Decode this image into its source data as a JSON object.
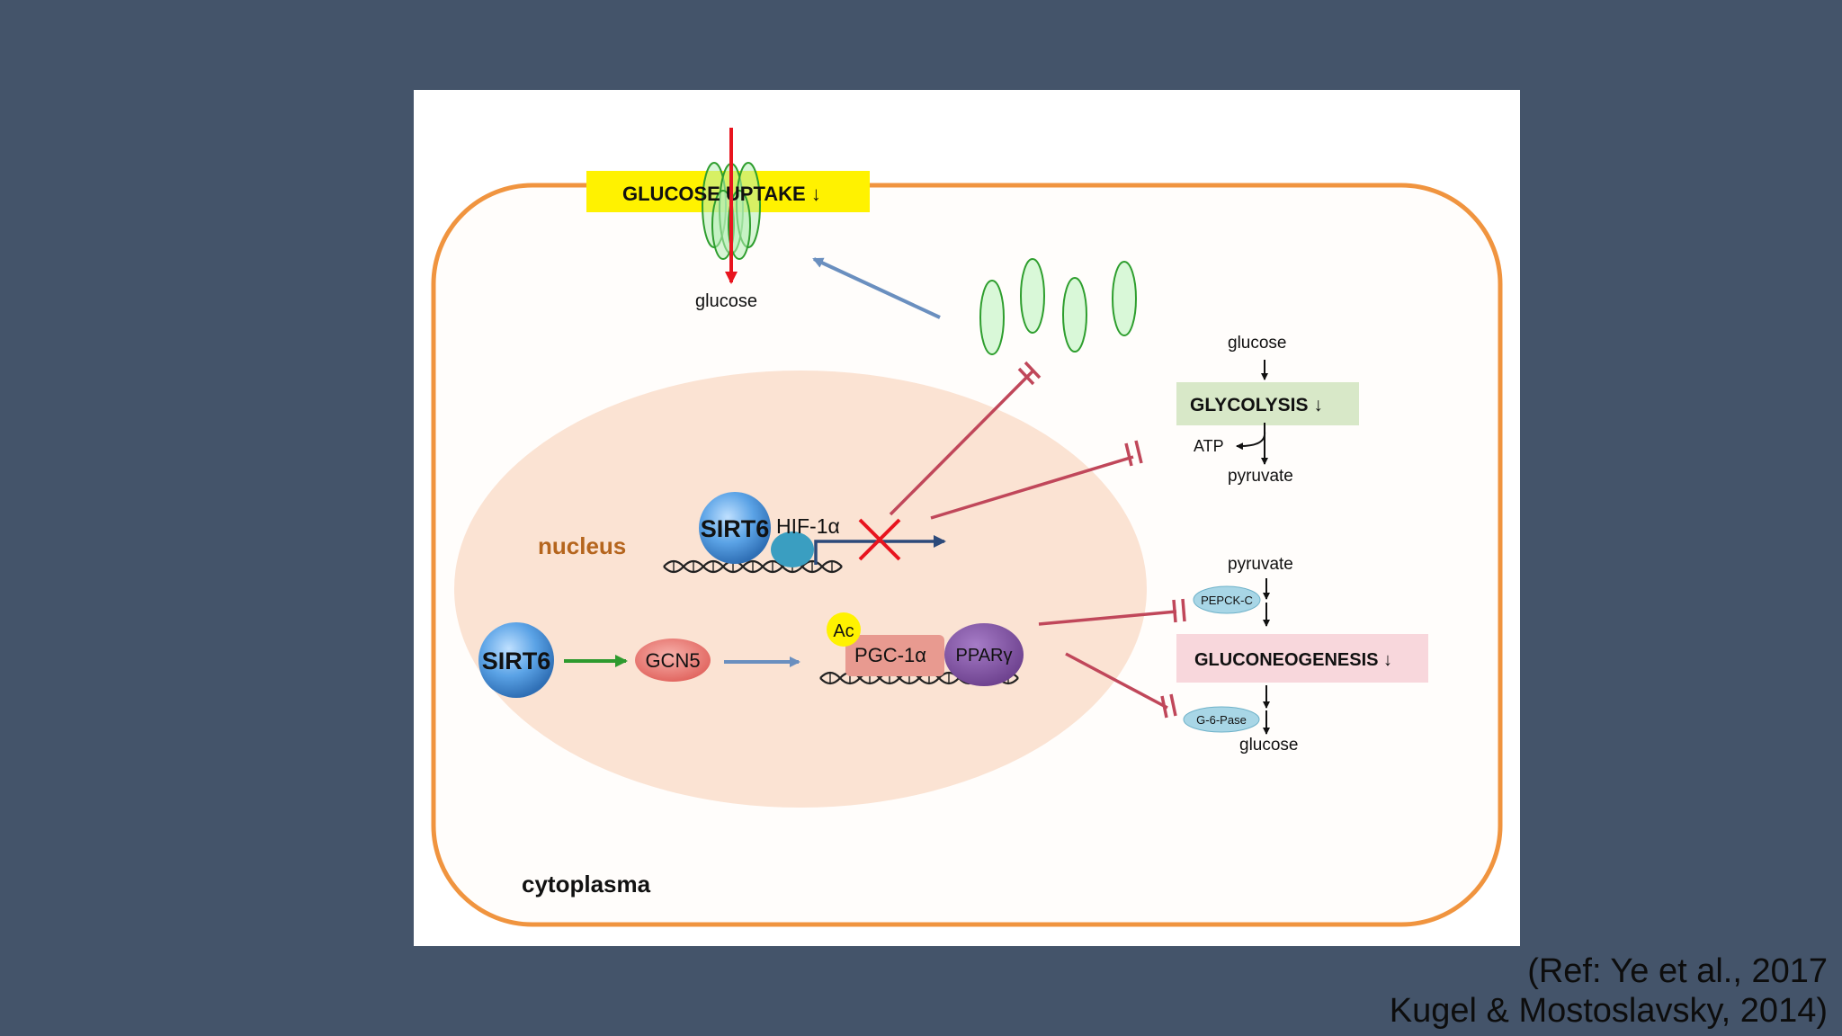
{
  "diagram": {
    "glucose_uptake_label": "GLUCOSE UPTAKE ↓",
    "glucose_top": "glucose",
    "glycolysis": {
      "input": "glucose",
      "label": "GLYCOLYSIS ↓",
      "atp": "ATP",
      "output": "pyruvate"
    },
    "gluconeogenesis": {
      "input": "pyruvate",
      "enzyme_1": "PEPCK-C",
      "label": "GLUCONEOGENESIS ↓",
      "enzyme_2": "G-6-Pase",
      "output": "glucose"
    },
    "nucleus_label": "nucleus",
    "cytoplasma_label": "cytoplasma",
    "sirt6_top": "SIRT6",
    "hif1a": "HIF-1α",
    "sirt6_bottom": "SIRT6",
    "gcn5": "GCN5",
    "ac": "Ac",
    "pgc1a": "PGC-1α",
    "ppary": "PPARγ"
  },
  "reference": {
    "line1": "(Ref: Ye et al., 2017",
    "line2": "Kugel & Mostoslavsky, 2014)"
  },
  "colors": {
    "background": "#44546a",
    "membrane": "#f0943f",
    "nucleus": "#fbe3d3",
    "uptake_highlight": "#fff200",
    "glycolysis_box": "#d8e8c8",
    "gluconeogenesis_box": "#f8d7dc",
    "sirt6": "#5ba3e6",
    "gcn5": "#e8706a",
    "pgc1a": "#e89a90",
    "ppary": "#7b4f9e",
    "inhibition": "#c0475a",
    "transporter": "#7fd67f"
  }
}
